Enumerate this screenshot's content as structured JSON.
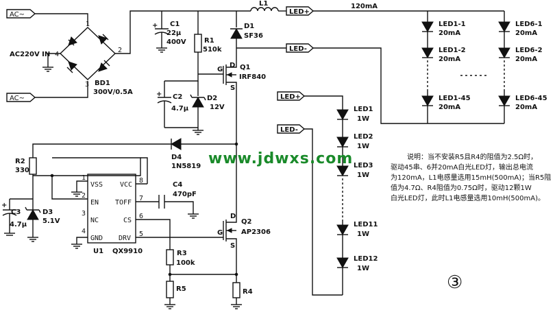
{
  "connectors": {
    "ac_top": "AC~",
    "ac_bottom": "AC~",
    "led_plus_1": "LED+",
    "led_minus_1": "LED-",
    "led_plus_2": "LED+",
    "led_minus_2": "LED-"
  },
  "rectifier": {
    "input_label": "AC220V IN",
    "ref": "BD1",
    "rating": "300V/0.5A",
    "pins": [
      "1",
      "2",
      "3",
      "4"
    ]
  },
  "components": {
    "C1": {
      "ref": "C1",
      "value1": "22μ",
      "value2": "400V"
    },
    "R1": {
      "ref": "R1",
      "value": "510k"
    },
    "C2": {
      "ref": "C2",
      "value": "4.7μ"
    },
    "D2": {
      "ref": "D2",
      "value": "12V"
    },
    "D1": {
      "ref": "D1",
      "value": "SF36"
    },
    "L1": {
      "ref": "L1"
    },
    "Q1": {
      "ref": "Q1",
      "value": "IRF840",
      "g": "G",
      "d": "D",
      "s": "S"
    },
    "D4": {
      "ref": "D4",
      "value": "1N5819"
    },
    "R2": {
      "ref": "R2",
      "value": "330"
    },
    "D3": {
      "ref": "D3",
      "value": "5.1V"
    },
    "C3": {
      "ref": "C3",
      "value": "4.7μ"
    },
    "C4": {
      "ref": "C4",
      "value": "470pF"
    },
    "Q2": {
      "ref": "Q2",
      "value": "AP2306",
      "g": "G",
      "d": "D",
      "s": "S"
    },
    "R3": {
      "ref": "R3",
      "value": "100k"
    },
    "R5": {
      "ref": "R5"
    },
    "R4": {
      "ref": "R4"
    }
  },
  "ic": {
    "ref": "U1",
    "part": "QX9910",
    "pins_left": [
      {
        "num": "1",
        "name": "VSS"
      },
      {
        "num": "2",
        "name": "EN"
      },
      {
        "num": "3",
        "name": "NC"
      },
      {
        "num": "4",
        "name": "GND"
      }
    ],
    "pins_right": [
      {
        "num": "8",
        "name": "VCC"
      },
      {
        "num": "7",
        "name": "TOFF"
      },
      {
        "num": "6",
        "name": "CS"
      },
      {
        "num": "5",
        "name": "DRV"
      }
    ]
  },
  "output": {
    "current": "120mA",
    "col1_top": "LED1-1",
    "col1_top_i": "20mA",
    "col1_mid": "LED1-2",
    "col1_mid_i": "20mA",
    "col1_bot": "LED1-45",
    "col1_bot_i": "20mA",
    "col6_top": "LED6-1",
    "col6_top_i": "20mA",
    "col6_mid": "LED6-2",
    "col6_mid_i": "20mA",
    "col6_bot": "LED6-45",
    "col6_bot_i": "20mA",
    "led_string": [
      {
        "name": "LED1",
        "power": "1W"
      },
      {
        "name": "LED2",
        "power": "1W"
      },
      {
        "name": "LED3",
        "power": "1W"
      },
      {
        "name": "LED11",
        "power": "1W"
      },
      {
        "name": "LED12",
        "power": "1W"
      }
    ]
  },
  "note_lines": [
    "说明：当不安装R5且R4的阻值为2.5Ω时，",
    "驱动45串、6并20mA白光LED灯，输出总电流",
    "为120mA，L1电感量选用15mH(500mA)；当R5阻",
    "值为4.7Ω、R4阻值为0.75Ω时，驱动12颗1W",
    "白光LED灯，此时L1电感量选用10mH(500mA)。"
  ],
  "watermark": "www.jdwxs.com",
  "figure_number": "③"
}
